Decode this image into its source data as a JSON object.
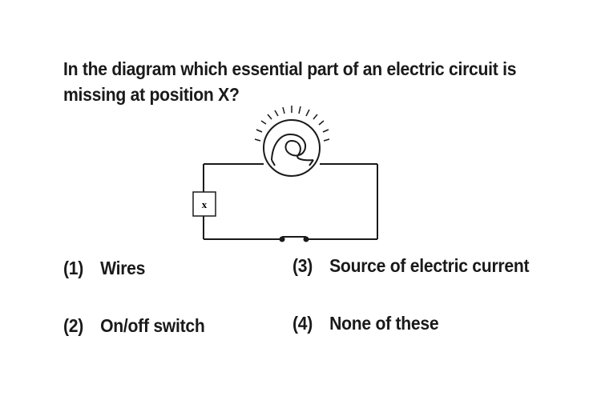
{
  "question": {
    "line1": "In the diagram which essential part of an electric circuit is",
    "line2": "missing at position X?"
  },
  "diagram": {
    "box_label": "x"
  },
  "options": [
    {
      "number": "(1)",
      "text": "Wires"
    },
    {
      "number": "(2)",
      "text": "On/off switch"
    },
    {
      "number": "(3)",
      "text": "Source of electric current"
    },
    {
      "number": "(4)",
      "text": "None of these"
    }
  ]
}
